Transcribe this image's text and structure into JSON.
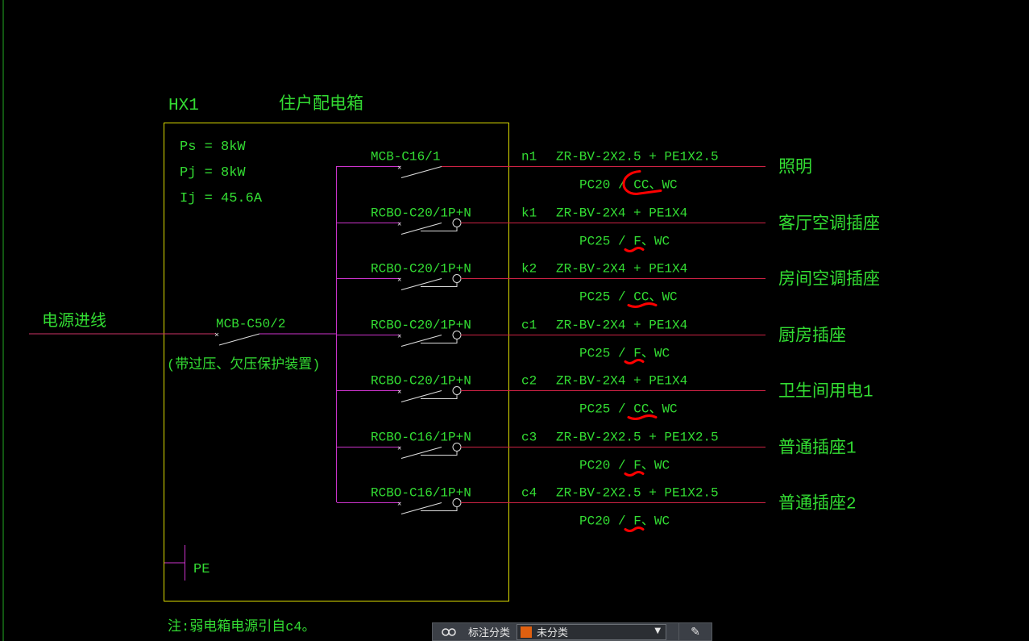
{
  "colors": {
    "background": "#000000",
    "text": "#33dd33",
    "box": "#dddd00",
    "bus": "#cc33cc",
    "circuit_line": "#cc2244",
    "annotation": "#ff0000"
  },
  "panel": {
    "id": "HX1",
    "name": "住户配电箱",
    "ps": "Ps = 8kW",
    "pj": "Pj = 8kW",
    "ij": "Ij  = 45.6A",
    "pe": "PE",
    "note": "注:弱电箱电源引自c4。"
  },
  "incoming": {
    "label": "电源进线",
    "breaker": "MCB-C50/2",
    "breaker_note": "(带过压、欠压保护装置)"
  },
  "circuits": [
    {
      "breaker": "MCB-C16/1",
      "id": "n1",
      "cable": "ZR-BV-2X2.5  + PE1X2.5",
      "conduit": "PC20",
      "laying": "CC",
      "wiring": "WC",
      "load": "照明",
      "rcbo": false
    },
    {
      "breaker": "RCBO-C20/1P+N",
      "id": "k1",
      "cable": "ZR-BV-2X4  + PE1X4",
      "conduit": "PC25",
      "laying": "F",
      "wiring": "WC",
      "load": "客厅空调插座",
      "rcbo": true
    },
    {
      "breaker": "RCBO-C20/1P+N",
      "id": "k2",
      "cable": "ZR-BV-2X4  + PE1X4",
      "conduit": "PC25",
      "laying": "CC",
      "wiring": "WC",
      "load": "房间空调插座",
      "rcbo": true
    },
    {
      "breaker": "RCBO-C20/1P+N",
      "id": "c1",
      "cable": "ZR-BV-2X4  + PE1X4",
      "conduit": "PC25",
      "laying": "F",
      "wiring": "WC",
      "load": "厨房插座",
      "rcbo": true
    },
    {
      "breaker": "RCBO-C20/1P+N",
      "id": "c2",
      "cable": "ZR-BV-2X4  + PE1X4",
      "conduit": "PC25",
      "laying": "CC",
      "wiring": "WC",
      "load": "卫生间用电1",
      "rcbo": true
    },
    {
      "breaker": "RCBO-C16/1P+N",
      "id": "c3",
      "cable": "ZR-BV-2X2.5  + PE1X2.5",
      "conduit": "PC20",
      "laying": "F",
      "wiring": "WC",
      "load": "普通插座1",
      "rcbo": true
    },
    {
      "breaker": "RCBO-C16/1P+N",
      "id": "c4",
      "cable": "ZR-BV-2X2.5  + PE1X2.5",
      "conduit": "PC20",
      "laying": "F",
      "wiring": "WC",
      "load": "普通插座2",
      "rcbo": true
    }
  ],
  "toolbar": {
    "left_icon": "link-icon",
    "label": "标注分类",
    "select_value": "未分类",
    "swatch_color": "#e06010",
    "edit_icon": "edit-icon"
  }
}
